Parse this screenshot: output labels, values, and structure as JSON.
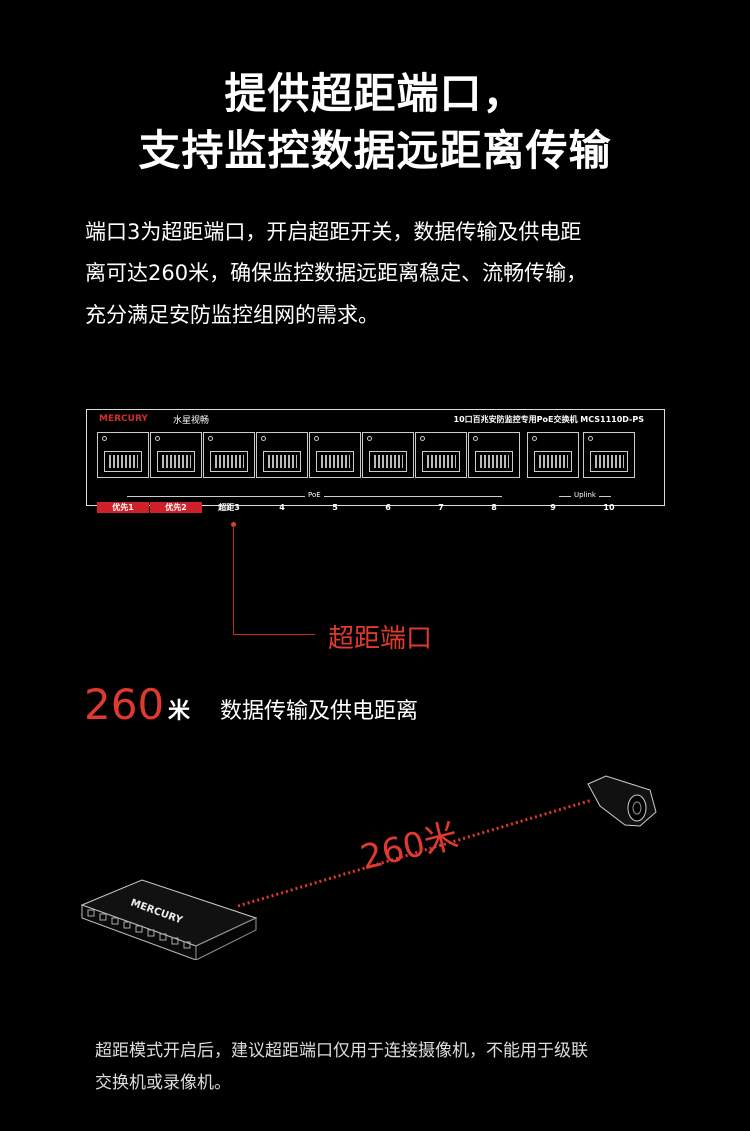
{
  "heading": {
    "line1": "提供超距端口，",
    "line2": "支持监控数据远距离传输"
  },
  "description": {
    "line1": "端口3为超距端口，开启超距开关，数据传输及供电距",
    "line2": "离可达260米，确保监控数据远距离稳定、流畅传输，",
    "line3": "充分满足安防监控组网的需求。"
  },
  "panel": {
    "brand": "MERCURY",
    "brand_cn": "水星视畅",
    "model": "10口百兆安防监控专用PoE交换机 MCS1110D-PS",
    "ports": [
      {
        "label": "优先1",
        "highlight": true
      },
      {
        "label": "优先2",
        "highlight": true
      },
      {
        "label": "超距3",
        "highlight": false
      },
      {
        "label": "4",
        "highlight": false
      },
      {
        "label": "5",
        "highlight": false
      },
      {
        "label": "6",
        "highlight": false
      },
      {
        "label": "7",
        "highlight": false
      },
      {
        "label": "8",
        "highlight": false
      },
      {
        "label": "9",
        "highlight": false
      },
      {
        "label": "10",
        "highlight": false
      }
    ],
    "poe_label": "PoE",
    "uplink_label": "Uplink"
  },
  "callout": {
    "label": "超距端口"
  },
  "distance": {
    "value": "260",
    "unit": "米",
    "caption": "数据传输及供电距离"
  },
  "illustration": {
    "distance_label": "260米",
    "switch_brand": "MERCURY"
  },
  "note": {
    "line1": "超距模式开启后，建议超距端口仅用于连接摄像机，不能用于级联",
    "line2": "交换机或录像机。"
  },
  "colors": {
    "accent": "#e0392d",
    "background": "#000000"
  }
}
